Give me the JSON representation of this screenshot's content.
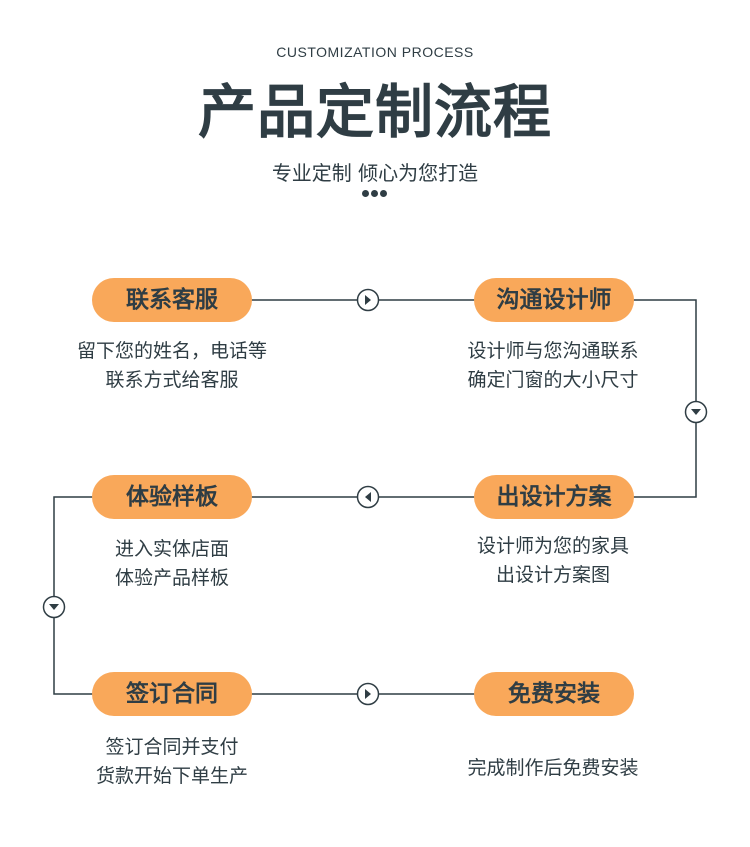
{
  "header": {
    "subtitle_en": "CUSTOMIZATION PROCESS",
    "title": "产品定制流程",
    "tagline": "专业定制 倾心为您打造"
  },
  "colors": {
    "accent": "#f9a85a",
    "text": "#2f3d44",
    "line": "#2f3d44"
  },
  "steps": [
    {
      "label": "联系客服",
      "desc": [
        "留下您的姓名，电话等",
        "联系方式给客服"
      ]
    },
    {
      "label": "沟通设计师",
      "desc": [
        "设计师与您沟通联系",
        "确定门窗的大小尺寸"
      ]
    },
    {
      "label": "出设计方案",
      "desc": [
        "设计师为您的家具",
        "出设计方案图"
      ]
    },
    {
      "label": "体验样板",
      "desc": [
        "进入实体店面",
        "体验产品样板"
      ]
    },
    {
      "label": "签订合同",
      "desc": [
        "签订合同并支付",
        "货款开始下单生产"
      ]
    },
    {
      "label": "免费安装",
      "desc": [
        "完成制作后免费安装"
      ]
    }
  ],
  "arrow_icons": [
    "arrow-right-icon",
    "arrow-down-icon",
    "arrow-left-icon",
    "arrow-down-icon",
    "arrow-right-icon"
  ]
}
